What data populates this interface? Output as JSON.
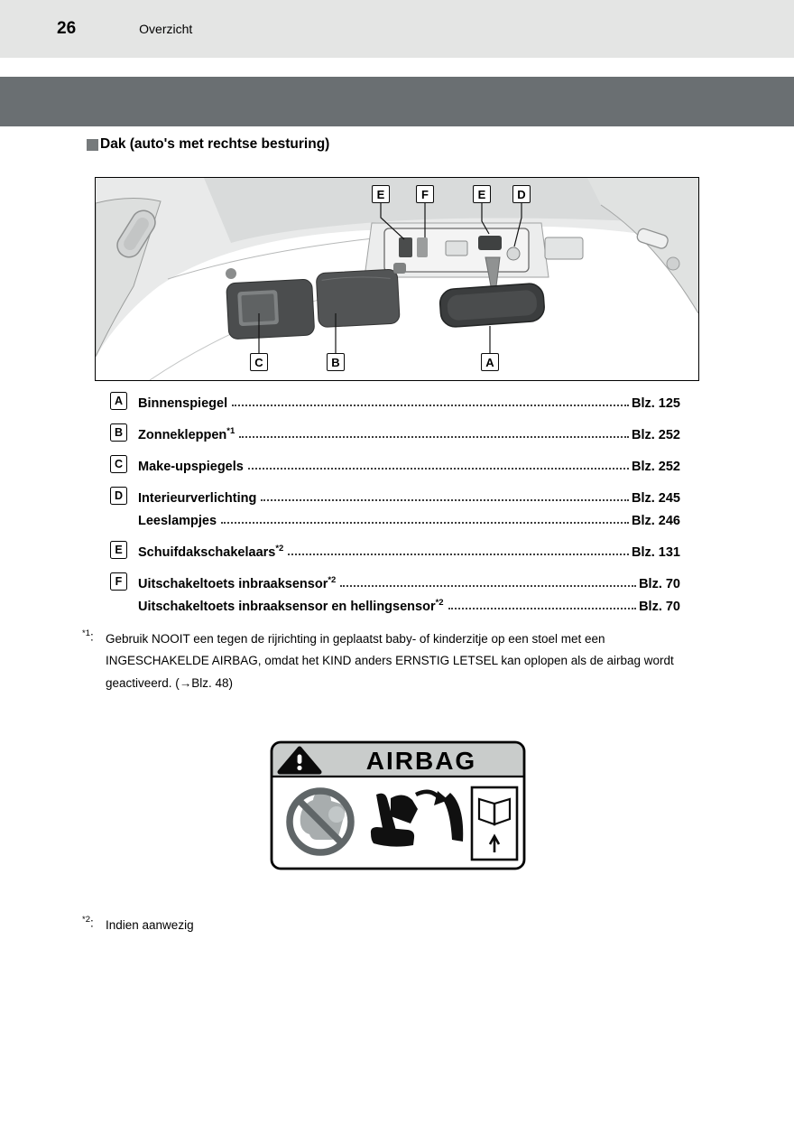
{
  "page": {
    "number": "26",
    "section": "Overzicht"
  },
  "title": {
    "text": "Dak (auto's met rechtse besturing)"
  },
  "diagram": {
    "callouts_top": [
      "E",
      "F",
      "E",
      "D"
    ],
    "callouts_bottom": [
      "C",
      "B",
      "A"
    ]
  },
  "legend": {
    "rows": [
      {
        "letter": "A",
        "lines": [
          {
            "label": "Binnenspiegel",
            "sup": "",
            "page": "Blz. 125"
          }
        ]
      },
      {
        "letter": "B",
        "lines": [
          {
            "label": "Zonnekleppen",
            "sup": "*1",
            "page": "Blz. 252"
          }
        ]
      },
      {
        "letter": "C",
        "lines": [
          {
            "label": "Make-upspiegels",
            "sup": "",
            "page": "Blz. 252"
          }
        ]
      },
      {
        "letter": "D",
        "lines": [
          {
            "label": "Interieurverlichting",
            "sup": "",
            "page": "Blz. 245"
          },
          {
            "label": "Leeslampjes",
            "sup": "",
            "page": "Blz. 246"
          }
        ]
      },
      {
        "letter": "E",
        "lines": [
          {
            "label": "Schuifdakschakelaars",
            "sup": "*2",
            "page": "Blz. 131"
          }
        ]
      },
      {
        "letter": "F",
        "lines": [
          {
            "label": "Uitschakeltoets inbraaksensor",
            "sup": "*2",
            "page": "Blz. 70"
          },
          {
            "label": "Uitschakeltoets inbraaksensor en hellingsensor",
            "sup": "*2",
            "page": "Blz. 70"
          }
        ]
      }
    ]
  },
  "footnotes": {
    "fn1": {
      "marker": "*1",
      "colon": ":",
      "text": "Gebruik NOOIT een tegen de rijrichting in geplaatst baby- of kinderzitje op een stoel met een INGESCHAKELDE AIRBAG, omdat het KIND anders ERNSTIG LETSEL kan oplopen als de airbag wordt geactiveerd. (→Blz. 48)"
    },
    "fn2": {
      "marker": "*2",
      "colon": ":",
      "text": "Indien aanwezig"
    }
  },
  "airbag_label": {
    "title": "AIRBAG"
  },
  "colors": {
    "header_bg": "#e4e5e4",
    "chapter_band": "#6a6f72",
    "visor_dark": "#4b4d4e",
    "label_header_bg": "#c9cccb"
  }
}
